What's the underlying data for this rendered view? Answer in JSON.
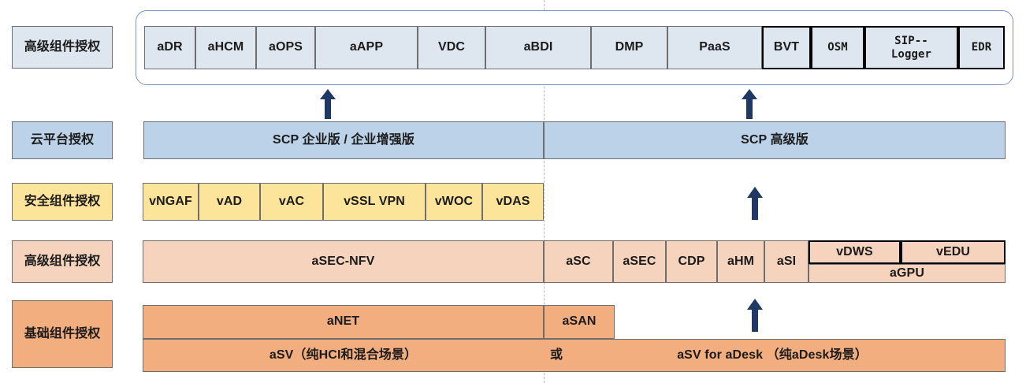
{
  "diagram": {
    "title_colors": {
      "blue_light": "#dee7f0",
      "blue_medium": "#bcd2e8",
      "yellow": "#fce49a",
      "peach": "#f6d3bd",
      "orange": "#f3ae80",
      "arrow": "#1f3864",
      "round_border": "#7b93c4"
    }
  },
  "rows": {
    "advanced_top": {
      "label": "高级组件授权",
      "cells": [
        {
          "text": "aDR"
        },
        {
          "text": "aHCM"
        },
        {
          "text": "aOPS"
        },
        {
          "text": "aAPP"
        },
        {
          "text": "VDC"
        },
        {
          "text": "aBDI"
        },
        {
          "text": "DMP"
        },
        {
          "text": "PaaS"
        },
        {
          "text": "BVT"
        },
        {
          "text": "OSM"
        },
        {
          "text": "SIP--"
        },
        {
          "text": "Logger"
        },
        {
          "text": "EDR"
        }
      ]
    },
    "cloud": {
      "label": "云平台授权",
      "cells": [
        {
          "text": "SCP 企业版 / 企业增强版"
        },
        {
          "text": "SCP 高级版"
        }
      ]
    },
    "security": {
      "label": "安全组件授权",
      "cells": [
        {
          "text": "vNGAF"
        },
        {
          "text": "vAD"
        },
        {
          "text": "vAC"
        },
        {
          "text": "vSSL VPN"
        },
        {
          "text": "vWOC"
        },
        {
          "text": "vDAS"
        }
      ]
    },
    "advanced_bottom": {
      "label": "高级组件授权",
      "cells": [
        {
          "text": "aSEC-NFV"
        },
        {
          "text": "aSC"
        },
        {
          "text": "aSEC"
        },
        {
          "text": "CDP"
        },
        {
          "text": "aHM"
        },
        {
          "text": "aSI"
        },
        {
          "text": "vDWS"
        },
        {
          "text": "vEDU"
        },
        {
          "text": "aGPU"
        }
      ]
    },
    "base": {
      "label": "基础组件授权",
      "cells": [
        {
          "text": "aNET"
        },
        {
          "text": "aSAN"
        },
        {
          "text": "aSV（纯HCI和混合场景）"
        },
        {
          "text": "或"
        },
        {
          "text": "aSV for aDesk （纯aDesk场景）"
        }
      ]
    }
  }
}
